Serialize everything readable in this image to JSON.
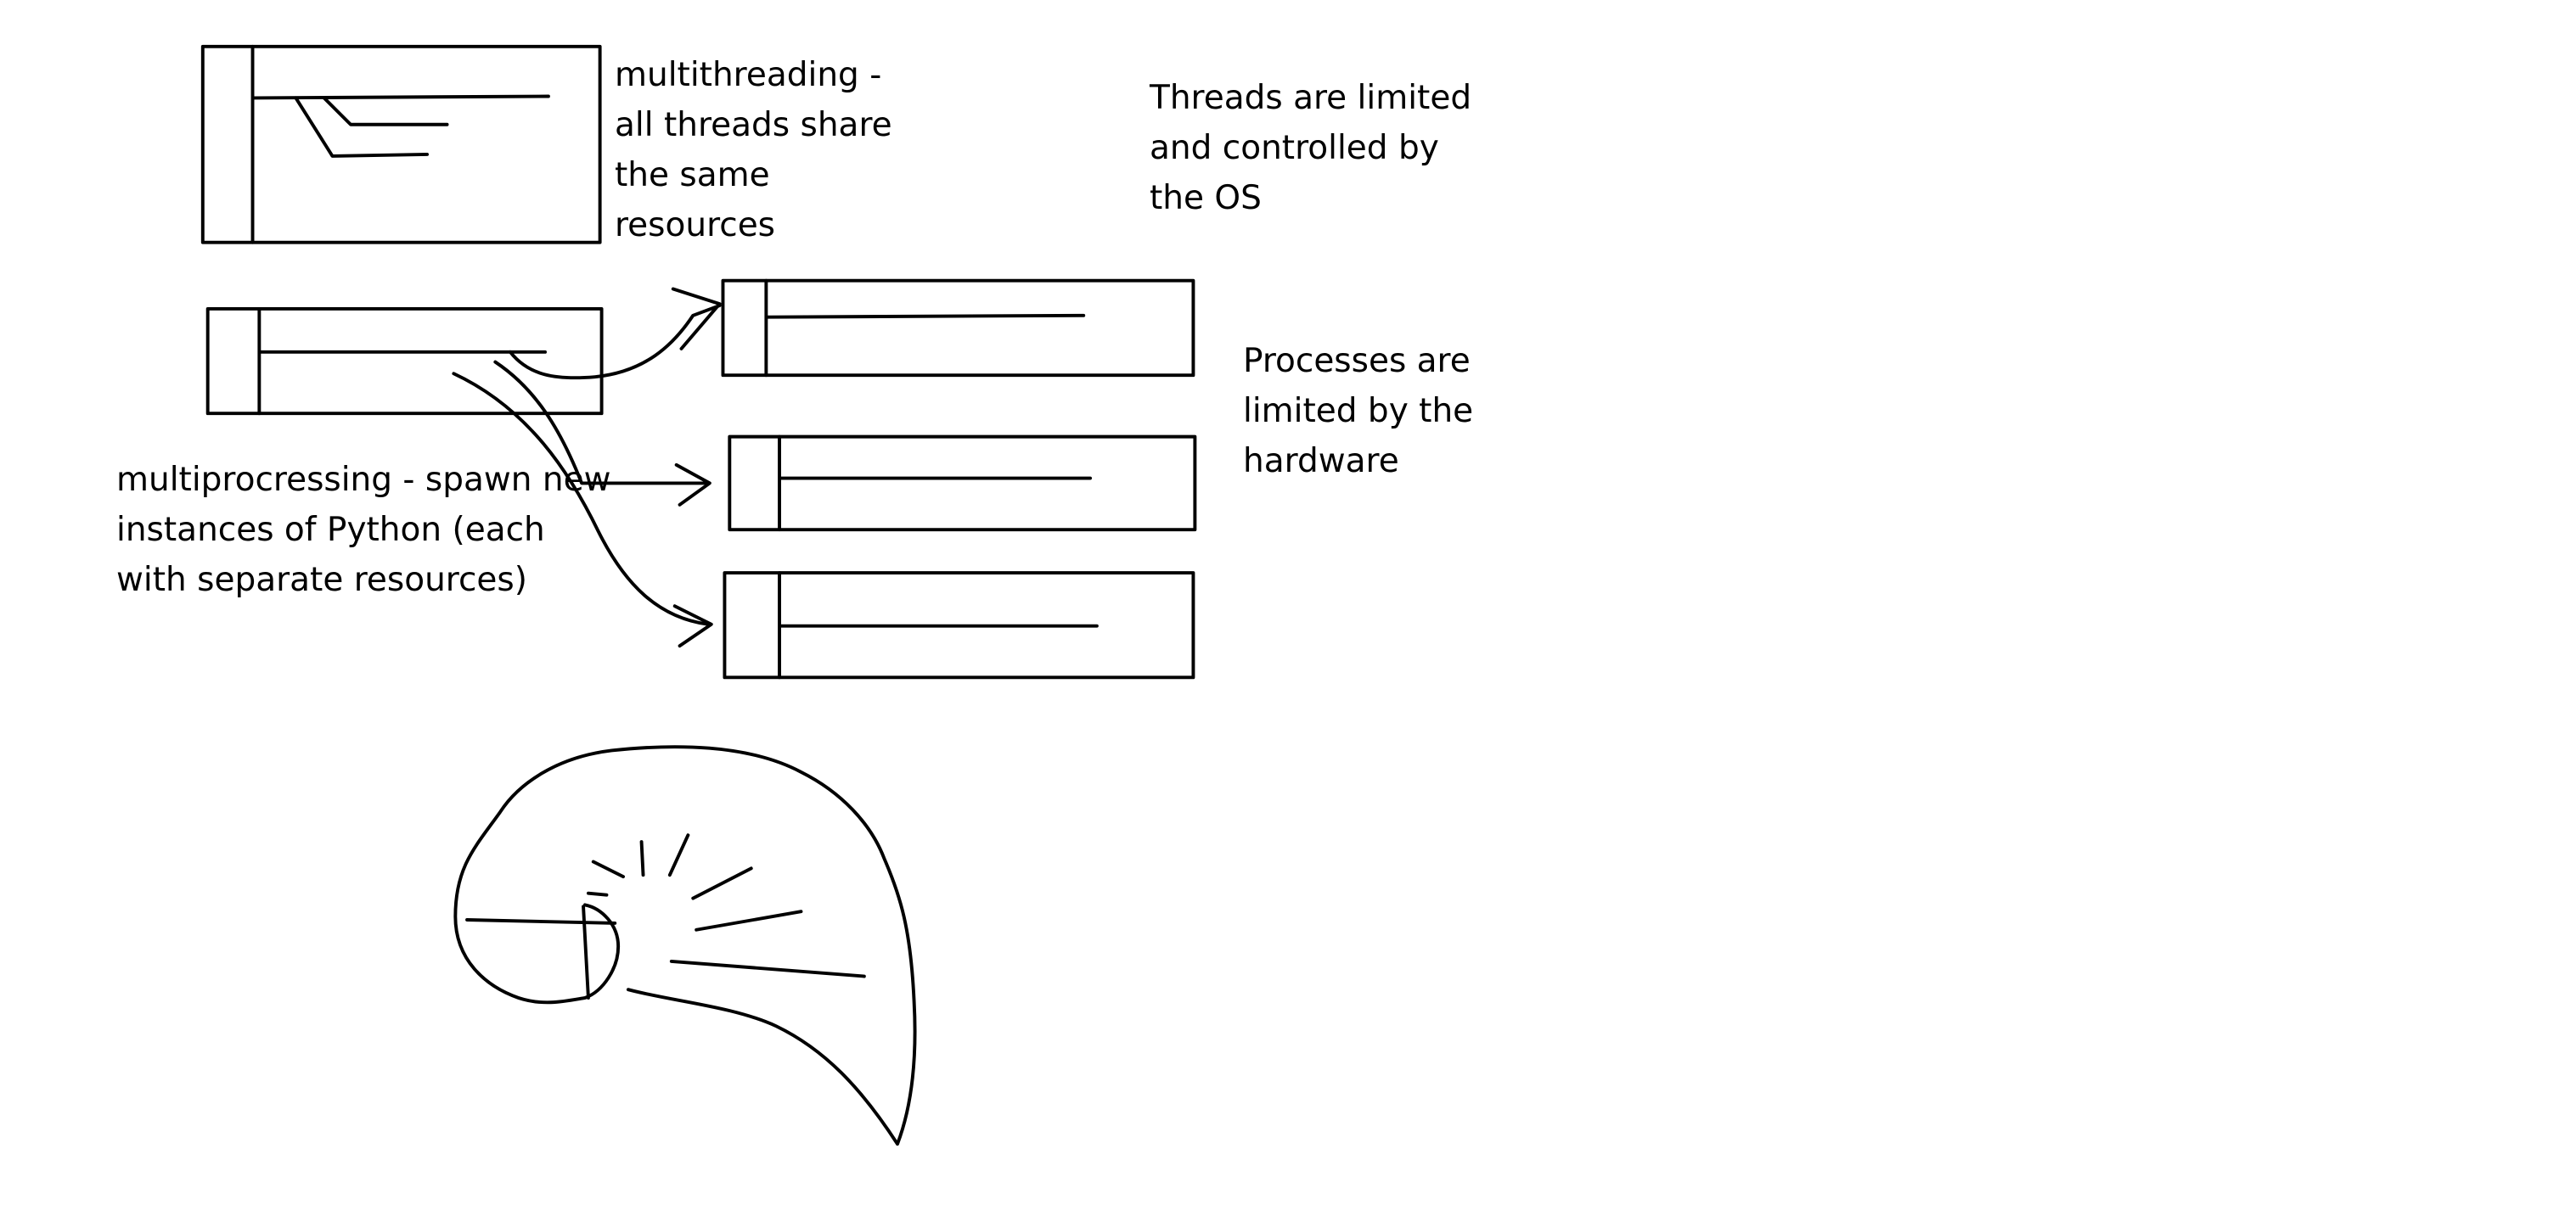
{
  "colors": {
    "background": "#ffffff",
    "ink": "#000000"
  },
  "notes": {
    "multithreading": [
      "multithreading -",
      "all threads share",
      "the same",
      "resources"
    ],
    "threads_limit": [
      "Threads are limited",
      "and controlled by",
      "the OS"
    ],
    "processes_limit": [
      "Processes are",
      "limited by the",
      "hardware"
    ],
    "multiprocessing": [
      "multiprocressing - spawn new",
      "instances of Python (each",
      "with separate resources)"
    ]
  }
}
